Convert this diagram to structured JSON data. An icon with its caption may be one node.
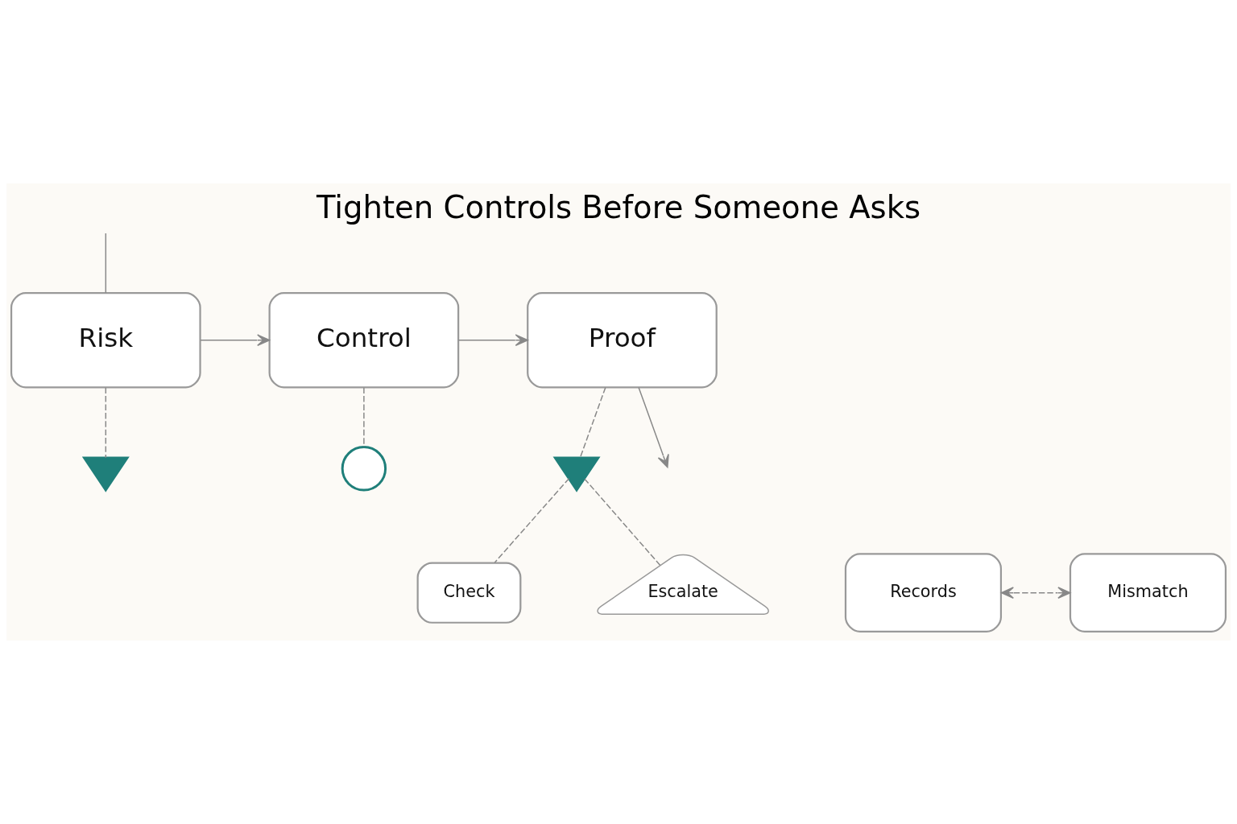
{
  "diagram": {
    "title": "Tighten Controls Before Someone Asks",
    "nodes": [
      {
        "text": [
          "Risk"
        ]
      },
      {
        "text": [
          "Control"
        ]
      },
      {
        "text": [
          "Proof"
        ]
      },
      {
        "text": [],
        "shape": "pin"
      },
      {
        "text": [],
        "shape": "circle"
      },
      {
        "text": [],
        "shape": "pin"
      },
      {
        "text": [
          "Records"
        ]
      },
      {
        "text": [
          "Mismatch"
        ]
      },
      {
        "text": [
          "Check"
        ]
      },
      {
        "text": [
          "Escalate"
        ]
      }
    ],
    "edges": [
      {
        "from": null,
        "to": 0,
        "arrow": "none"
      },
      {
        "from": 0,
        "to": 1,
        "arrow": "to"
      },
      {
        "from": 1,
        "to": 2,
        "arrow": "to"
      },
      {
        "from": 2,
        "to": null,
        "arrow": "to"
      },
      {
        "from": 0,
        "to": 3,
        "arrow": "none",
        "style": "dashed"
      },
      {
        "from": 1,
        "to": 4,
        "arrow": "none",
        "style": "dashed"
      },
      {
        "from": 2,
        "to": 5,
        "arrow": "none",
        "style": "dashed"
      },
      {
        "from": 6,
        "to": 7,
        "arrow": "both",
        "style": "dashed"
      },
      {
        "from": 5,
        "to": 8,
        "arrow": "none",
        "style": "dashed"
      },
      {
        "from": 5,
        "to": 9,
        "arrow": "none",
        "style": "dashed"
      }
    ]
  }
}
